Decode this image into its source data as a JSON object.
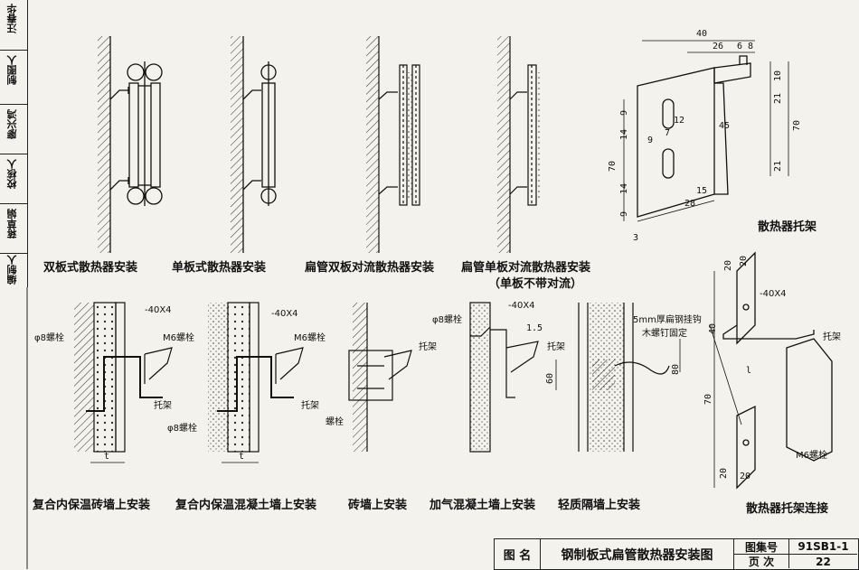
{
  "sidebar": {
    "items": [
      "编制人",
      "蒋草娟",
      "校核人",
      "廖兴鸿",
      "制图人",
      "汪春华"
    ]
  },
  "top_labels": {
    "double_panel": "双板式散热器安装",
    "single_panel": "单板式散热器安装",
    "flat_double": "扁管双板对流散热器安装",
    "flat_single": "扁管单板对流散热器安装",
    "flat_single_note": "（单板不带对流）",
    "bracket": "散热器托架"
  },
  "bottom_labels": {
    "composite_brick": "复合内保温砖墙上安装",
    "composite_concrete": "复合内保温混凝土墙上安装",
    "brick": "砖墙上安装",
    "aerated": "加气混凝土墙上安装",
    "partition": "轻质隔墙上安装",
    "bracket_conn": "散热器托架连接"
  },
  "annotations": {
    "phi8": "φ8螺栓",
    "flat40": "-40X4",
    "m6": "M6螺栓",
    "bracket": "托架",
    "bolt": "螺栓",
    "hook_note_1": "5mm厚扁钢挂钩",
    "hook_note_2": "木螺钉固定",
    "t": "t",
    "t2": "t",
    "d1_5": "1.5",
    "d60": "60",
    "d80": "80"
  },
  "bracket_dims": {
    "d40": "40",
    "d26": "26",
    "d6": "6",
    "d8": "8",
    "d10": "10",
    "d21a": "21",
    "d70r": "70",
    "d21b": "21",
    "d9a": "9",
    "d14a": "14",
    "d9b": "9",
    "d7": "7",
    "d12": "12",
    "d45": "45",
    "d70l": "70",
    "d14b": "14",
    "d9c": "9",
    "d3": "3",
    "d28": "28",
    "d15": "15"
  },
  "conn_dims": {
    "d20a": "20",
    "d20b": "20",
    "flat": "-40X4",
    "d40": "40",
    "l": "l",
    "d70": "70",
    "d20c": "20",
    "d20d": "20",
    "m6": "M6螺栓",
    "bracket": "托架"
  },
  "title_block": {
    "name_label": "图 名",
    "title": "钢制板式扁管散热器安装图",
    "atlas_label": "图集号",
    "atlas_no": "91SB1-1",
    "page_label": "页 次",
    "page_no": "22"
  }
}
